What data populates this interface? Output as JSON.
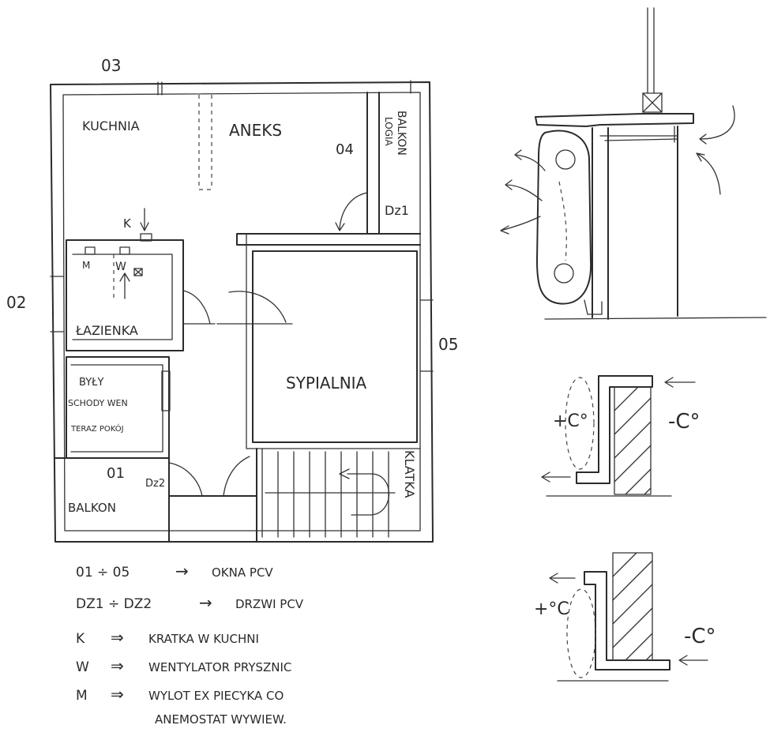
{
  "plan": {
    "windows": {
      "w01": "01",
      "w02": "02",
      "w03": "03",
      "w04": "04",
      "w05": "05"
    },
    "doors": {
      "d21": "Dz1",
      "d22": "Dz2"
    },
    "rooms": {
      "kitchen": "KUCHNIA",
      "annex": "ANEKS",
      "loggia_line1": "BALKON",
      "loggia_line2": "LOGIA",
      "bathroom": "ŁAZIENKA",
      "former_stair_line1": "BYŁY",
      "former_stair_line2": "SCHODY WEN",
      "former_stair_line3": "TERAZ POKÓJ",
      "balcony": "BALKON",
      "bedroom": "SYPIALNIA",
      "stairwell": "KLATKA"
    },
    "markers": {
      "k": "K",
      "m": "M",
      "w": "W"
    }
  },
  "legend": [
    {
      "key": "01 ÷ 05",
      "arrow": "→",
      "desc": "OKNA PCV"
    },
    {
      "key": "DZ1 ÷ DZ2",
      "arrow": "→",
      "desc": "DRZWI PCV"
    },
    {
      "key": "K",
      "arrow": "⇒",
      "desc": "KRATKA W KUCHNI"
    },
    {
      "key": "W",
      "arrow": "⇒",
      "desc": "WENTYLATOR PRYSZNIC"
    },
    {
      "key": "M",
      "arrow": "⇒",
      "desc": "WYLOT EX PIECYKA CO"
    },
    {
      "key": "",
      "arrow": "",
      "desc": "ANEMOSTAT WYWIEW."
    }
  ],
  "sections": {
    "middle_warm": "+C°",
    "middle_cold": "-C°",
    "bottom_warm": "+°C",
    "bottom_cold": "-C°"
  }
}
